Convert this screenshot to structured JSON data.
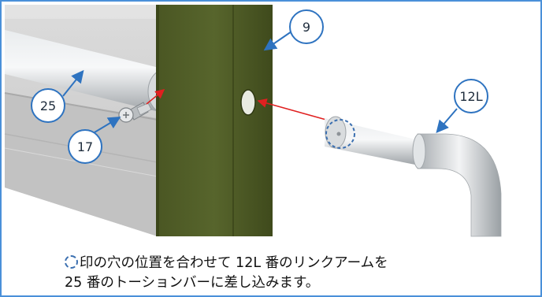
{
  "callouts": {
    "c9": "9",
    "c25": "25",
    "c17": "17",
    "c12l": "12L"
  },
  "caption": {
    "line1": "印の穴の位置を合わせて 12L 番のリンクアームを",
    "line2": "25 番のトーションバーに差し込みます。"
  },
  "colors": {
    "frame_border": "#4a90d9",
    "callout_fill": "#ffffff",
    "callout_stroke": "#2e73c0",
    "leader_arrow": "#2e73c0",
    "direction_arrow": "#e02020",
    "hole_marker": "#3b6fb0",
    "post_green": "#4d5a26",
    "door_panel": "#c9c9c9",
    "pipe_metal": "#bfc3c6"
  }
}
